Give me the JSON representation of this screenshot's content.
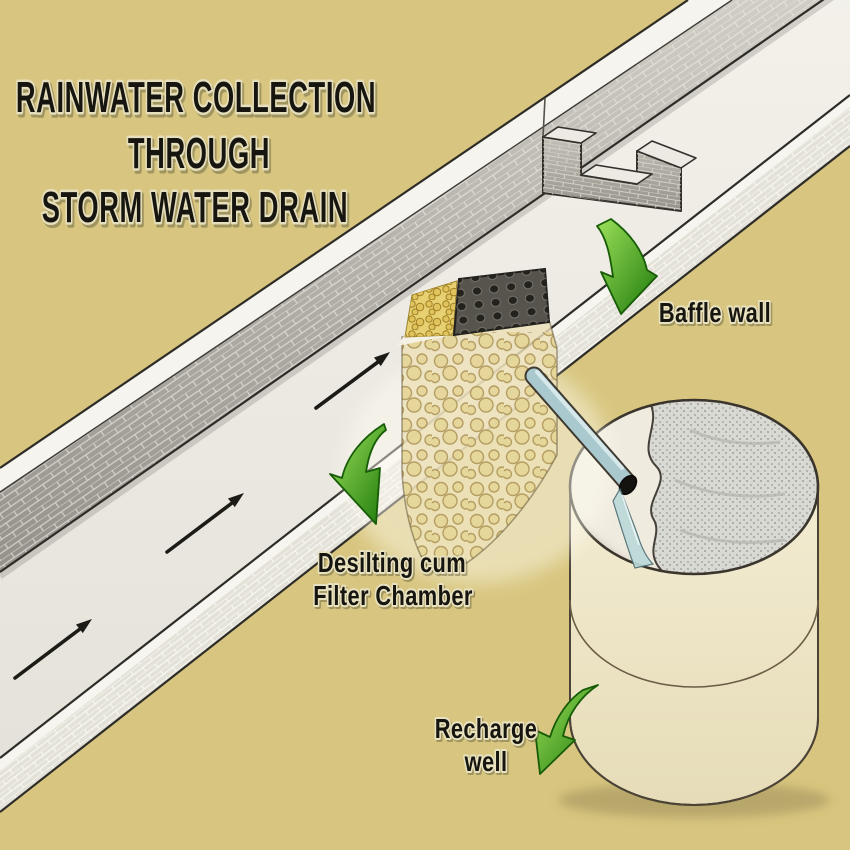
{
  "title": {
    "line1": "RAINWATER COLLECTION",
    "line2": "THROUGH",
    "line3": "STORM WATER DRAIN"
  },
  "labels": {
    "baffle_wall": "Baffle wall",
    "desilting_line1": "Desilting cum",
    "desilting_line2": "Filter Chamber",
    "recharge_line1": "Recharge",
    "recharge_line2": "well"
  },
  "colors": {
    "background": "#d8c680",
    "text": "#17150f",
    "arrow_green_light": "#9ce05a",
    "arrow_green_dark": "#1e7a0b",
    "flow_arrow": "#1c1b16",
    "pipe_blue": "#a9c9cf",
    "well_body_light": "#f6f0d8",
    "well_body_dark": "#e6dcb8",
    "grate_gray": "#56544c",
    "pebble_tan": "#d9c88f"
  }
}
